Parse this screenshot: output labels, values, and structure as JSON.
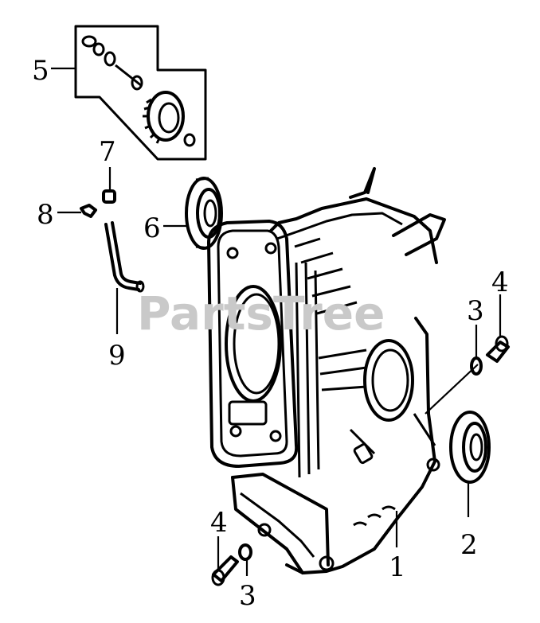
{
  "watermark": "PartsTree",
  "callouts": {
    "c1": "1",
    "c2": "2",
    "c3a": "3",
    "c3b": "3",
    "c4a": "4",
    "c4b": "4",
    "c5": "5",
    "c6": "6",
    "c7": "7",
    "c8": "8",
    "c9": "9"
  }
}
